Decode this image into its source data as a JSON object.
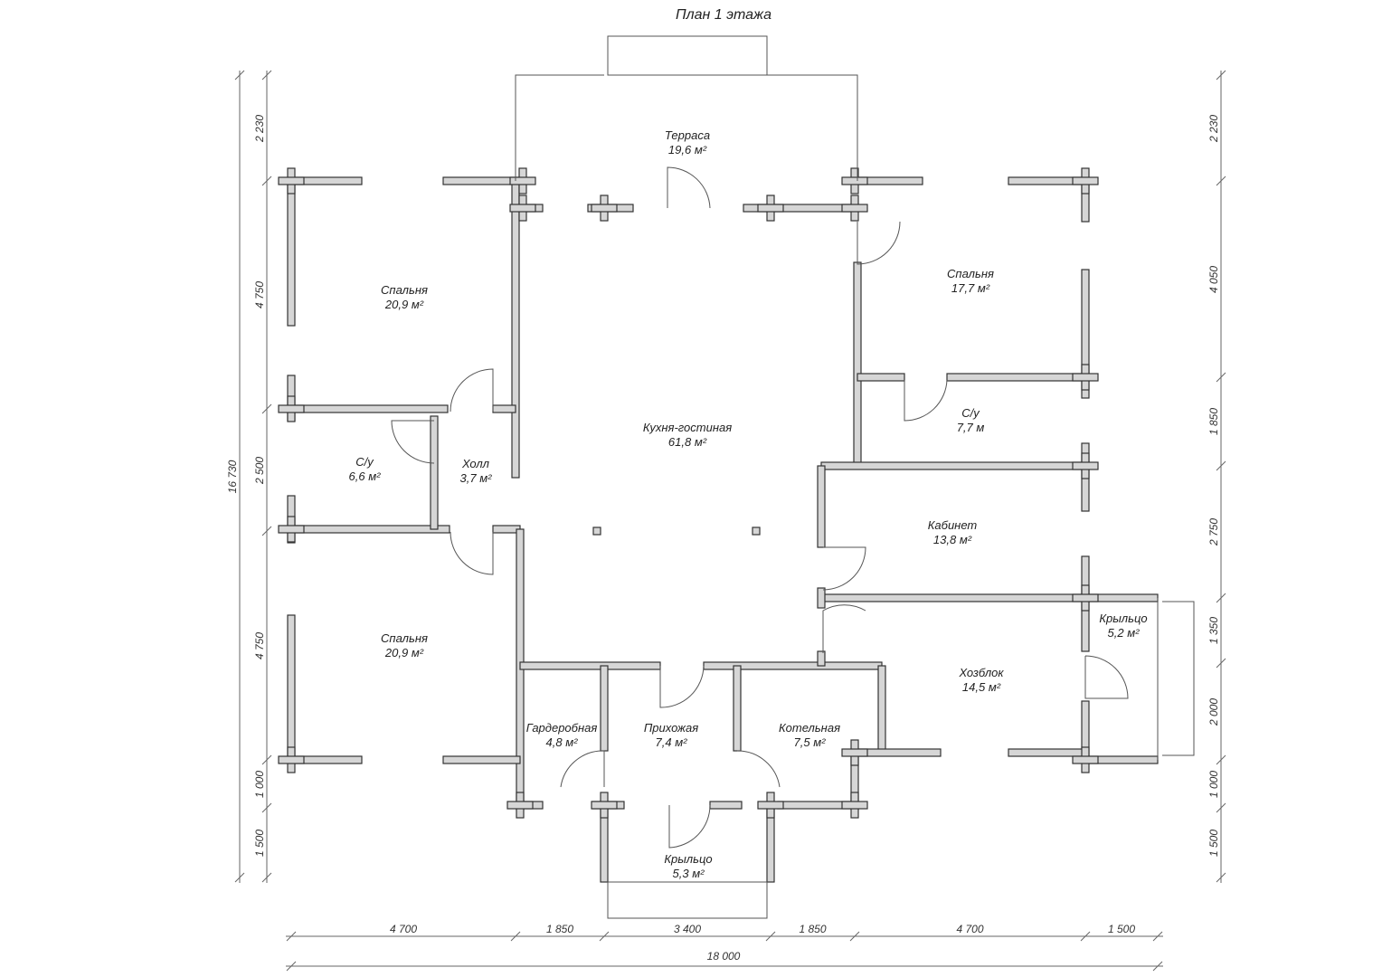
{
  "title": "План 1 этажа",
  "rooms": [
    {
      "name": "Терраса",
      "area": "19,6 м²"
    },
    {
      "name": "Спальня",
      "area": "20,9 м²"
    },
    {
      "name": "Спальня",
      "area": "17,7 м²"
    },
    {
      "name": "С/у",
      "area": "6,6 м²"
    },
    {
      "name": "Холл",
      "area": "3,7 м²"
    },
    {
      "name": "Кухня-гостиная",
      "area": "61,8 м²"
    },
    {
      "name": "С/у",
      "area": "7,7 м"
    },
    {
      "name": "Кабинет",
      "area": "13,8 м²"
    },
    {
      "name": "Спальня",
      "area": "20,9 м²"
    },
    {
      "name": "Крыльцо",
      "area": "5,2 м²"
    },
    {
      "name": "Хозблок",
      "area": "14,5 м²"
    },
    {
      "name": "Гардеробная",
      "area": "4,8 м²"
    },
    {
      "name": "Прихожая",
      "area": "7,4 м²"
    },
    {
      "name": "Котельная",
      "area": "7,5 м²"
    },
    {
      "name": "Крыльцо",
      "area": "5,3 м²"
    }
  ],
  "dimensions": {
    "bottom": [
      "4 700",
      "1 850",
      "3 400",
      "1 850",
      "4 700",
      "1 500"
    ],
    "bottom_total": "18 000",
    "left": [
      "2 230",
      "4 750",
      "2 500",
      "4 750",
      "1 000",
      "1 500"
    ],
    "left_total": "16 730",
    "right": [
      "2 230",
      "4 050",
      "1 850",
      "2 750",
      "1 350",
      "2 000",
      "1 000",
      "1 500"
    ]
  }
}
